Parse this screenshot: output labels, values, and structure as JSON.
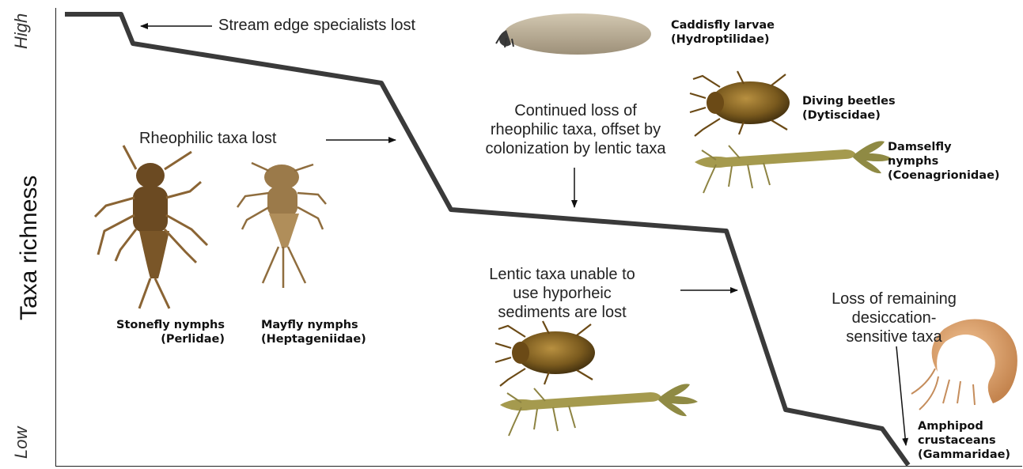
{
  "axis": {
    "y_label": "Taxa richness",
    "high_label": "High",
    "low_label": "Low"
  },
  "annotations": {
    "stream_edge": "Stream edge specialists lost",
    "rheophilic": "Rheophilic taxa lost",
    "continued_loss": "Continued loss of\nrheophilic taxa, offset by\ncolonization by lentic taxa",
    "lentic_unable": "Lentic taxa unable to\nuse hyporheic\nsediments are lost",
    "remaining": "Loss of remaining\ndesiccation-\nsensitive taxa"
  },
  "taxa": {
    "caddisfly": {
      "name": "Caddisfly larvae",
      "family": "(Hydroptilidae)"
    },
    "diving_beetles": {
      "name": "Diving beetles",
      "family": "(Dytiscidae)"
    },
    "damselfly": {
      "name": "Damselfly",
      "name2": "nymphs",
      "family": "(Coenagrionidae)"
    },
    "stonefly": {
      "name": "Stonefly nymphs",
      "family": "(Perlidae)"
    },
    "mayfly": {
      "name": "Mayfly nymphs",
      "family": "(Heptageniidae)"
    },
    "amphipod": {
      "name": "Amphipod",
      "name2": "crustaceans",
      "family": "(Gammaridae)"
    }
  },
  "icons": [
    "caddisfly-larva-icon",
    "diving-beetle-icon",
    "damselfly-nymph-icon",
    "stonefly-nymph-icon",
    "mayfly-nymph-icon",
    "amphipod-icon"
  ],
  "colors": {
    "line": "#3a3a3a",
    "beetle": "#7a5a1e",
    "damselfly": "#a59a4e",
    "stonefly": "#6b4a22",
    "mayfly": "#9b7a4a",
    "caddis": "#b9ad95",
    "amphipod": "#d8a271"
  }
}
